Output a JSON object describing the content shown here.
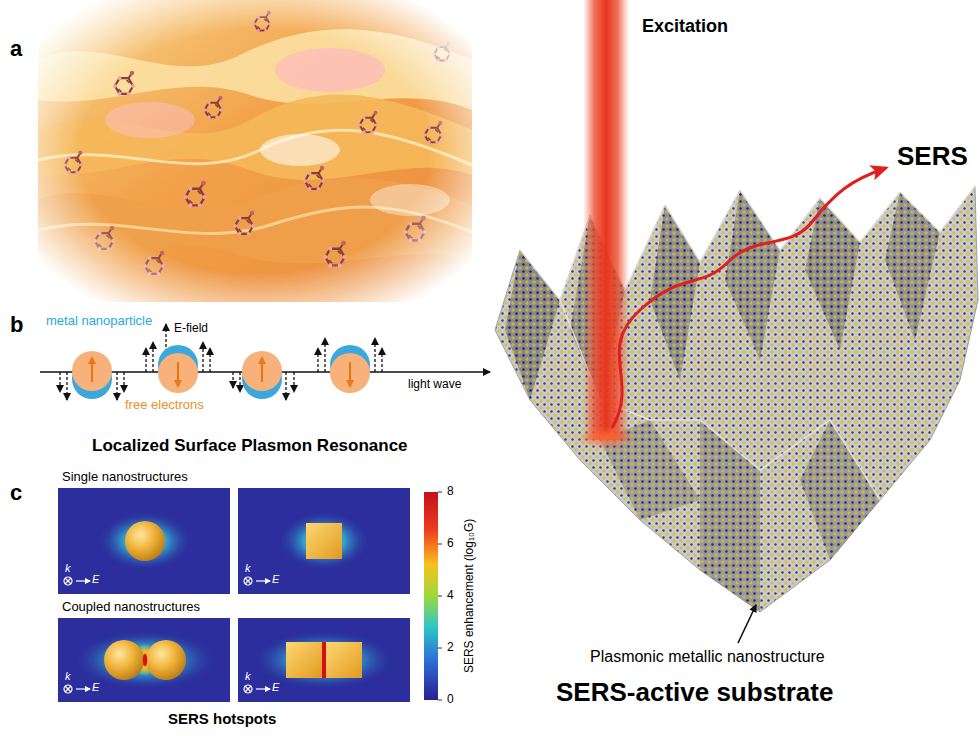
{
  "diagram": {
    "labels": [
      "a",
      "Excitation",
      "SERS",
      "b",
      "metal nanoparticle",
      "E-field",
      "light wave",
      "free electrons",
      "Localized Surface Plasmon Resonance",
      "c",
      "Single nanostructures",
      "k",
      "E",
      "k",
      "E",
      "Coupled nanostructures",
      "k",
      "E",
      "k",
      "E",
      "8",
      "6",
      "4",
      "2",
      "0",
      "SERS enhancement (log₁₀G)",
      "SERS hotspots",
      "Plasmonic metallic nanostructure",
      "SERS-active substrate"
    ]
  }
}
